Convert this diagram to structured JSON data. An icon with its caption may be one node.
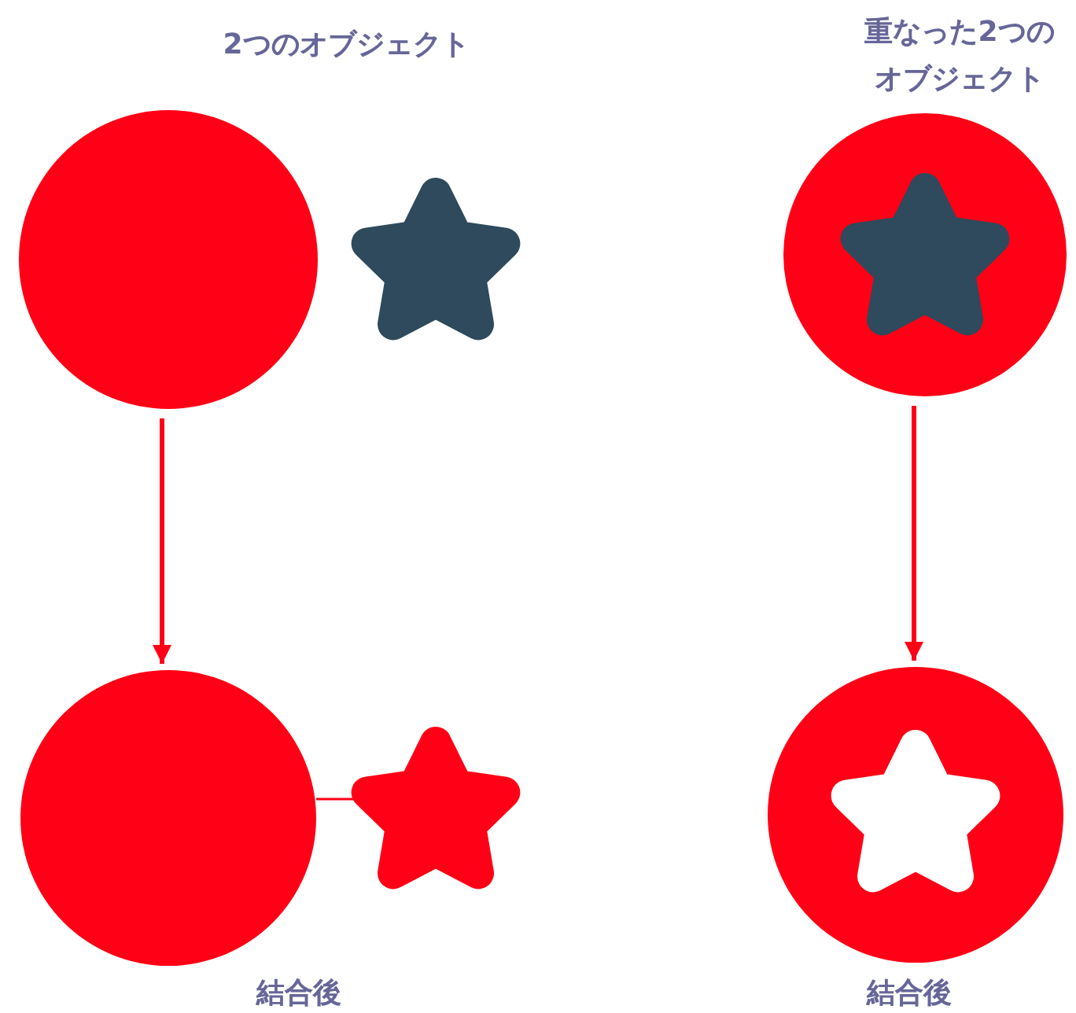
{
  "diagram": {
    "nodes": [
      {
        "text": [],
        "shape": "circle"
      },
      {
        "text": [],
        "shape": "star"
      },
      {
        "text": [],
        "shape": "circle"
      },
      {
        "text": [],
        "shape": "star",
        "in": 2
      },
      {
        "text": [],
        "shape": "circle"
      },
      {
        "text": [],
        "shape": "star"
      },
      {
        "text": [],
        "shape": "circle"
      },
      {
        "text": [],
        "shape": "star",
        "in": 6
      }
    ],
    "edges": [
      {
        "from": 0,
        "to": 4,
        "arrow": "to"
      },
      {
        "from": 2,
        "to": 6,
        "arrow": "to"
      },
      {
        "from": 4,
        "to": 5,
        "arrow": "none"
      }
    ],
    "labels": [
      "2つのオブジェクト",
      "重なった2つのオブジェクト",
      "結合後",
      "結合後"
    ]
  }
}
